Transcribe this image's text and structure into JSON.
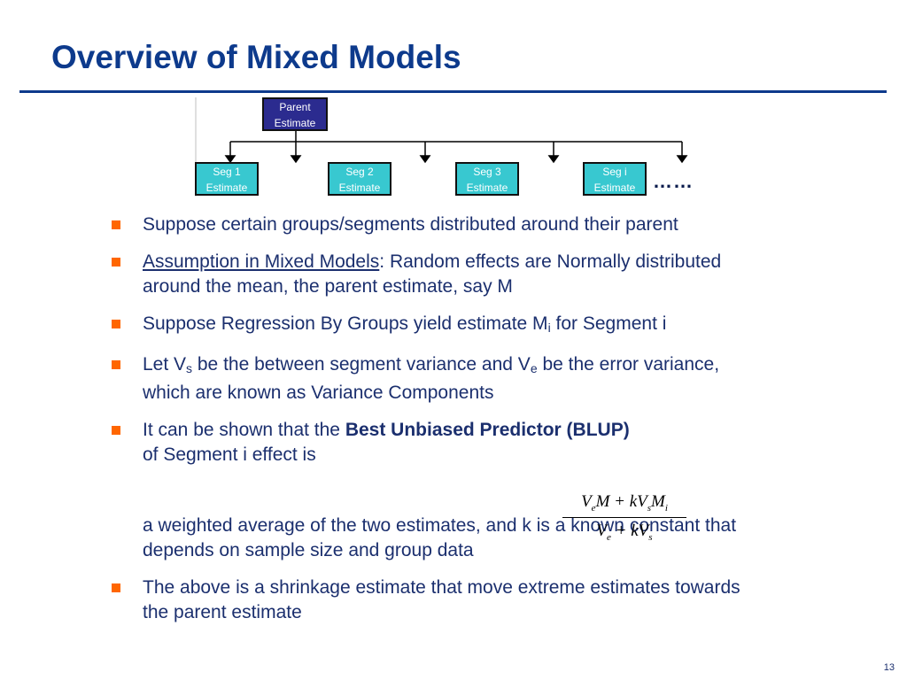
{
  "title": "Overview of Mixed Models",
  "diagram": {
    "parent": [
      "Parent",
      "Estimate"
    ],
    "segments": [
      [
        "Seg 1",
        "Estimate"
      ],
      [
        "Seg 2",
        "Estimate"
      ],
      [
        "Seg 3",
        "Estimate"
      ],
      [
        "Seg i",
        "Estimate"
      ]
    ],
    "ellipsis": "……",
    "colors": {
      "parent_fill": "#2b2b8f",
      "segment_fill": "#38c8d0",
      "accent": "#0d3a8c",
      "bullet": "#ff6600"
    }
  },
  "bullets": {
    "b1": "Suppose certain groups/segments distributed around their parent",
    "b2_link": "Assumption in Mixed Models",
    "b2_rest": ": Random effects are Normally distributed around the mean, the parent estimate, say M",
    "b3_a": "Suppose Regression By Groups yield estimate M",
    "b3_sub": "i",
    "b3_b": " for Segment i",
    "b4_a": "Let V",
    "b4_sub1": "s",
    "b4_b": " be the between segment variance and V",
    "b4_sub2": "e",
    "b4_c": " be the error variance, which are known as Variance Components",
    "b5_a": "It can be shown that the ",
    "b5_bold": "Best Unbiased Predictor (BLUP)",
    "b5_b": " of Segment i effect is",
    "note": "a weighted average of the two estimates, and k is a known constant that depends on sample size and group data",
    "b6": "The above is a shrinkage estimate that move extreme estimates towards the parent estimate"
  },
  "formula": {
    "numerator": "VeM + kVsMi",
    "denominator": "Ve + kVs"
  },
  "page_number": "13"
}
